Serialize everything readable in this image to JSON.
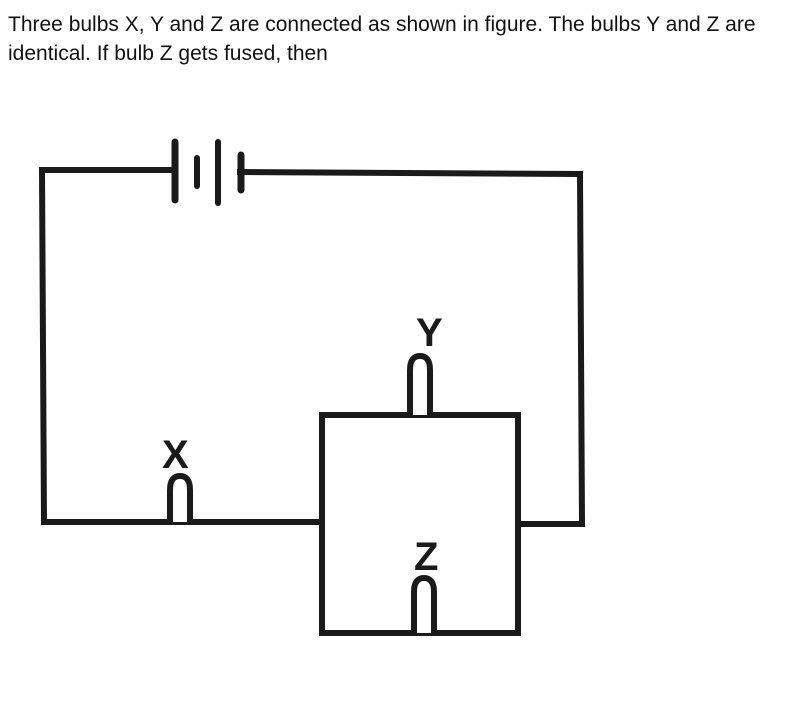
{
  "question": {
    "text": "Three bulbs X, Y and Z are connected as shown in figure. The bulbs Y and Z are identical. If bulb Z gets fused, then"
  },
  "figure": {
    "wire_color": "#1a1a1a",
    "battery": {
      "label": "battery"
    },
    "bulbs": [
      {
        "id": "X",
        "label": "X"
      },
      {
        "id": "Y",
        "label": "Y"
      },
      {
        "id": "Z",
        "label": "Z"
      }
    ]
  }
}
